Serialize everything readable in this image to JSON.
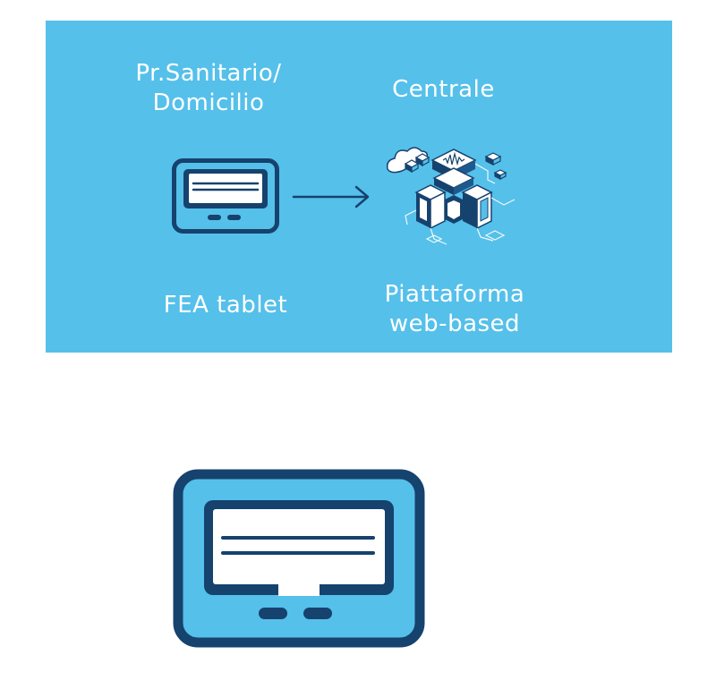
{
  "diagram": {
    "origin_label": "Pr.Sanitario/\nDomicilio",
    "central_label": "Centrale",
    "tablet_label": "FEA tablet",
    "platform_label": "Piattaforma\nweb-based"
  },
  "icons": {
    "small_tablet": "tablet-icon",
    "arrow": "arrow-right-icon",
    "server": "server-platform-icon",
    "large_tablet": "tablet-icon"
  },
  "colors": {
    "panel": "#55c0ea",
    "dark_navy": "#16426e",
    "white": "#ffffff"
  }
}
